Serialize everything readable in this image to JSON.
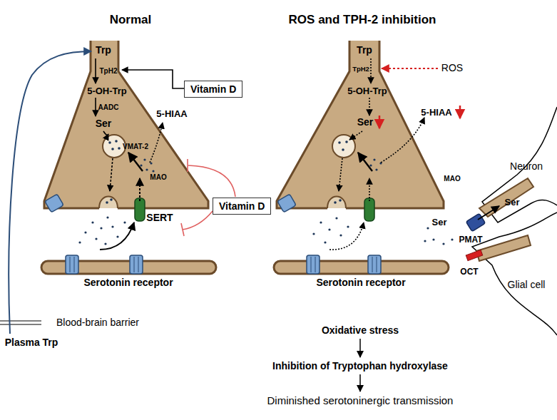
{
  "diagram": {
    "nodes": [
      {
        "text": [
          "Vitamin D"
        ]
      },
      {
        "text": [
          "Vitamin D"
        ]
      },
      {
        "text": [
          "Oxidative stress"
        ]
      },
      {
        "text": [
          "Inhibition of Tryptophan hydroxylase"
        ]
      },
      {
        "text": [
          "Diminished serotoninergic transmission"
        ]
      }
    ],
    "edges": [
      {
        "from": 2,
        "to": 3,
        "arrow": "to"
      },
      {
        "from": 3,
        "to": 4,
        "arrow": "to"
      }
    ],
    "labels": [
      "Normal",
      "Trp",
      "TpH2",
      "5-OH-Trp",
      "AADC",
      "Ser",
      "5-HIAA",
      "VMAT-2",
      "MAO",
      "SERT",
      "Serotonin receptor",
      "Blood-brain barrier",
      "Plasma Trp",
      "ROS and TPH-2 inhibition",
      "Trp",
      "TpH2",
      "ROS",
      "5-OH-Trp",
      "Ser",
      "5-HIAA",
      "MAO",
      "Neuron",
      "Ser",
      "PMAT",
      "Ser",
      "OCT",
      "Glial cell",
      "Serotonin receptor"
    ]
  }
}
